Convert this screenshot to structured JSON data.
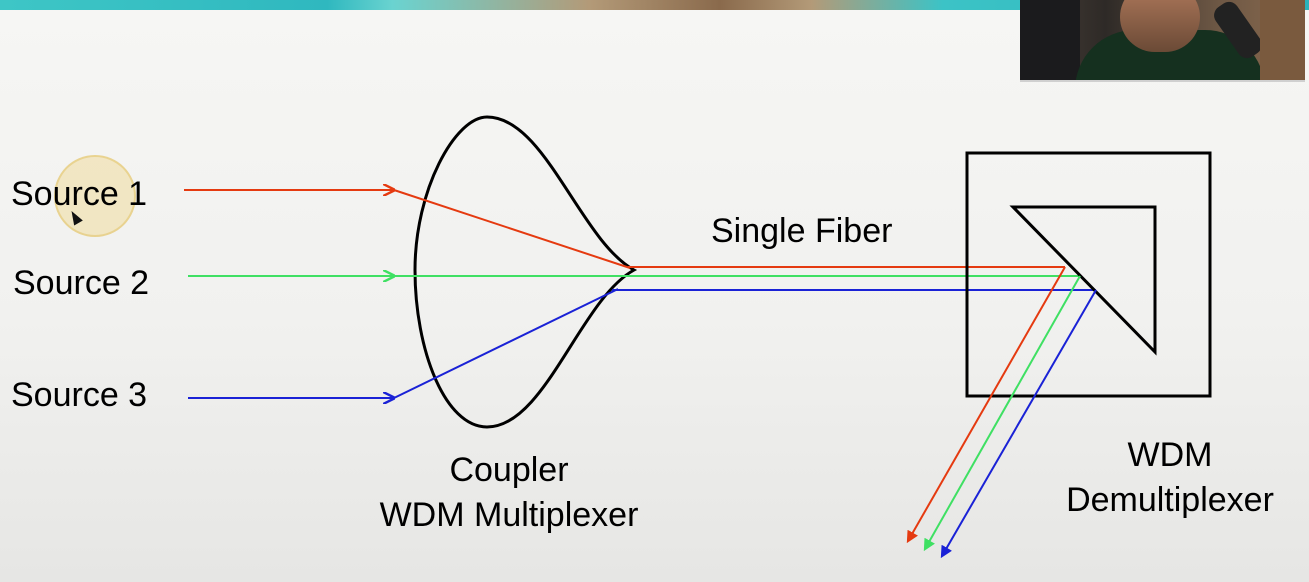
{
  "labels": {
    "source_1": "Source 1",
    "source_2": "Source 2",
    "source_3": "Source 3",
    "single_fiber": "Single Fiber",
    "coupler": "Coupler",
    "wdm_multiplexer": "WDM Multiplexer",
    "wdm": "WDM",
    "demultiplexer": "Demultiplexer"
  },
  "colors": {
    "source_1": "#e53a10",
    "source_2": "#3fe063",
    "source_3": "#1a22d6",
    "outline": "#000000"
  },
  "icons": [
    "cursor-icon"
  ]
}
